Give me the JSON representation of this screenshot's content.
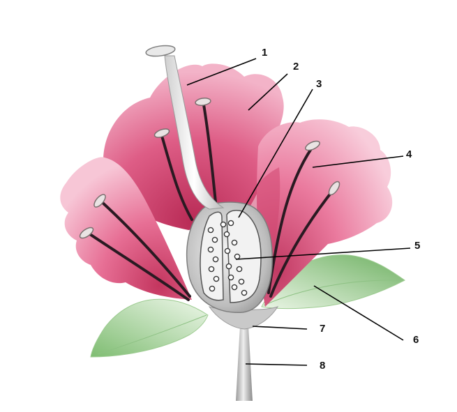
{
  "colors": {
    "petal_light": "#f7c6d6",
    "petal_mid": "#e76f95",
    "petal_dark": "#c4365f",
    "leaf_light": "#e2f2dc",
    "leaf_dark": "#7fbd72",
    "stem": "#cfcfcf",
    "stem_dark": "#8e8e8e",
    "filament": "#2a1a22",
    "anther": "#e9e3e3",
    "label_line": "#000000"
  },
  "labels": [
    {
      "id": "1",
      "text": "1"
    },
    {
      "id": "2",
      "text": "2"
    },
    {
      "id": "3",
      "text": "3"
    },
    {
      "id": "4",
      "text": "4"
    },
    {
      "id": "5",
      "text": "5"
    },
    {
      "id": "6",
      "text": "6"
    },
    {
      "id": "7",
      "text": "7"
    },
    {
      "id": "8",
      "text": "8"
    }
  ]
}
